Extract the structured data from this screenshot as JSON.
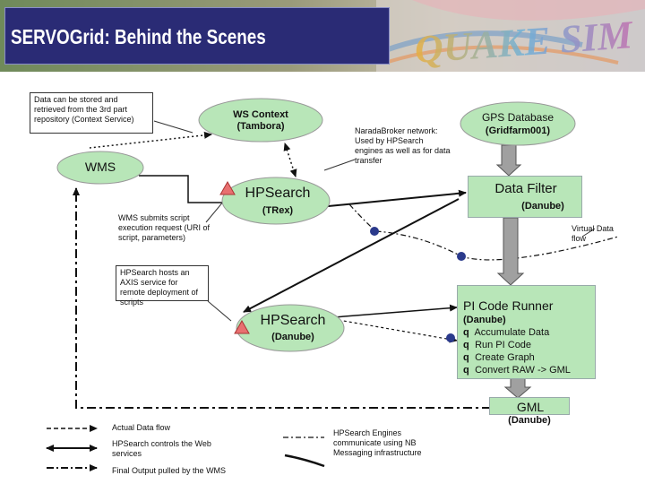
{
  "title": "SERVOGrid: Behind the Scenes",
  "banner": {
    "logo_text": "QUAKE SIM"
  },
  "callouts": {
    "data_store": "Data can be stored and retrieved from the 3rd part repository (Context Service)",
    "wms_submits": "WMS submits script execution request (URI of script, parameters)",
    "hpsearch_hosts": "HPSearch hosts an AXIS service for remote deployment of scripts"
  },
  "nodes": {
    "ws_context": {
      "title": "WS Context",
      "host": "(Tambora)"
    },
    "wms": {
      "title": "WMS"
    },
    "hpsearch_top": {
      "title": "HPSearch",
      "host": "(TRex)"
    },
    "hpsearch_bottom": {
      "title": "HPSearch",
      "host": "(Danube)"
    },
    "gps_db": {
      "title": "GPS Database",
      "host": "(Gridfarm001)"
    },
    "data_filter": {
      "title": "Data Filter",
      "host": "(Danube)"
    },
    "pi_code": {
      "title": "PI Code Runner",
      "host": "(Danube)",
      "items": [
        "Accumulate Data",
        "Run PI Code",
        "Create Graph",
        "Convert RAW -> GML"
      ]
    },
    "gml": {
      "title": "GML",
      "host": "(Danube)"
    }
  },
  "annotations": {
    "narada": "NaradaBroker network: Used by HPSearch engines as well as for data transfer",
    "virtual": "Virtual Data flow"
  },
  "legend": {
    "actual": "Actual Data flow",
    "controls": "HPSearch controls the Web services",
    "final": "Final Output pulled by the WMS",
    "engines": "HPSearch Engines communicate using NB Messaging infrastructure"
  },
  "colors": {
    "title_bg": "#2a2b75",
    "node_fill": "#b8e6b8",
    "triangle": "#e87070",
    "nb_dot": "#2b3a8c"
  }
}
